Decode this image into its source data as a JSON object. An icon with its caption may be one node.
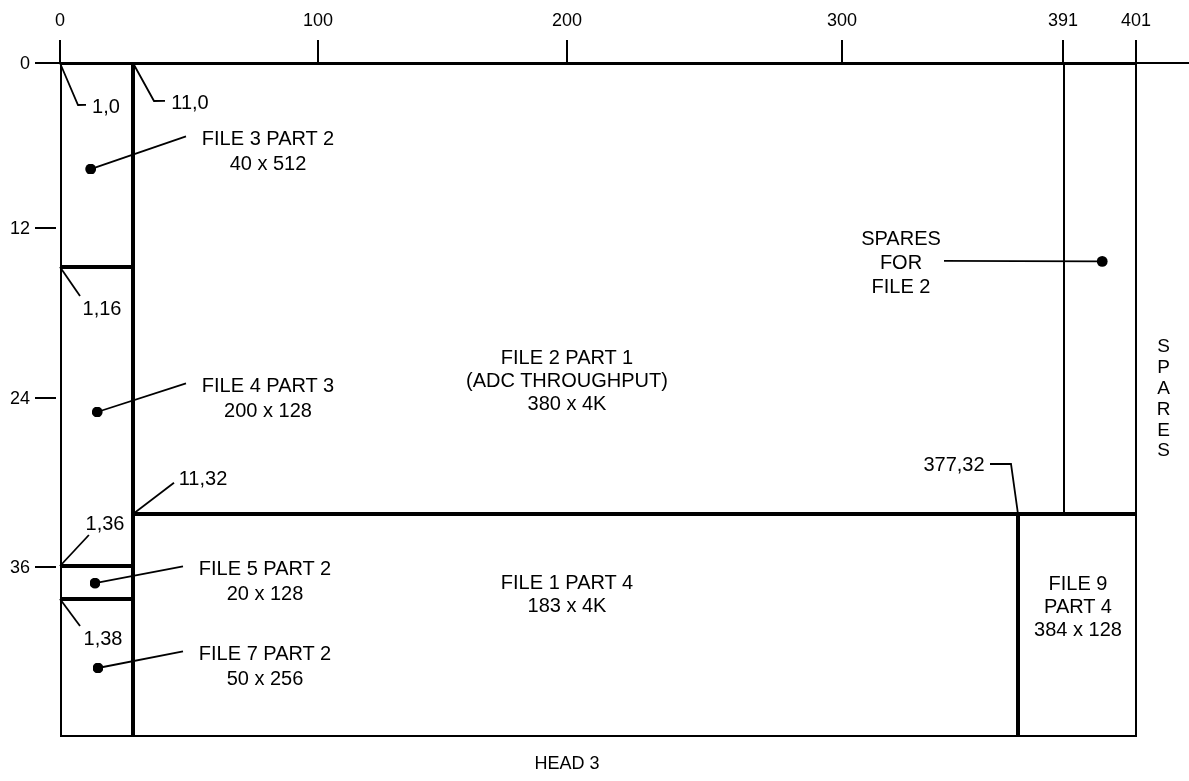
{
  "diagram": {
    "caption": "HEAD 3",
    "nodes": [
      {
        "text": [],
        "shape": "box"
      },
      {
        "text": [
          "1,0"
        ],
        "in": 0
      },
      {
        "text": [],
        "shape": "box"
      },
      {
        "text": [
          "1,16"
        ],
        "in": 2
      },
      {
        "text": [
          "1,36"
        ],
        "in": 2
      },
      {
        "text": [],
        "shape": "box"
      },
      {
        "text": [],
        "shape": "box"
      },
      {
        "text": [
          "1,38"
        ],
        "in": 6
      },
      {
        "text": [
          "FILE 2 PART 1",
          "(ADC THROUGHPUT)",
          "380 x 4K"
        ]
      },
      {
        "text": [
          "11,0"
        ],
        "in": 8
      },
      {
        "text": [
          "FILE 3 PART 2",
          "40 x 512"
        ],
        "in": 8
      },
      {
        "text": [],
        "shape": "box",
        "in": 8
      },
      {
        "text": [
          "SPARES FOR FILE 2"
        ],
        "in": 8
      },
      {
        "text": [
          "FILE 4 PART 3",
          "200 x 128"
        ],
        "in": 8
      },
      {
        "text": [
          "11,32"
        ],
        "in": 8
      },
      {
        "text": [
          "377,32"
        ],
        "in": 8
      },
      {
        "text": [
          "FILE 1 PART 4",
          "183 x 4K"
        ]
      },
      {
        "text": [
          "FILE 5 PART 2",
          "20 x 128"
        ],
        "in": 16
      },
      {
        "text": [
          "FILE 7 PART 2",
          "50 x 256"
        ],
        "in": 16
      },
      {
        "text": [
          "FILE 9 PART 4",
          "384 x 128"
        ]
      }
    ],
    "edges": [
      {
        "from": 1,
        "to": 0,
        "arrow": "none"
      },
      {
        "from": 9,
        "to": 8,
        "arrow": "none"
      },
      {
        "from": 10,
        "to": 0,
        "arrow": "other"
      },
      {
        "from": 3,
        "to": 2,
        "arrow": "none"
      },
      {
        "from": 12,
        "to": 11,
        "arrow": "other"
      },
      {
        "from": 13,
        "to": 2,
        "arrow": "other"
      },
      {
        "from": 14,
        "to": 16,
        "arrow": "none"
      },
      {
        "from": 15,
        "to": 19,
        "arrow": "none"
      },
      {
        "from": 4,
        "to": 5,
        "arrow": "none"
      },
      {
        "from": 17,
        "to": 5,
        "arrow": "other"
      },
      {
        "from": 7,
        "to": 6,
        "arrow": "none"
      },
      {
        "from": 18,
        "to": 6,
        "arrow": "other"
      }
    ],
    "labels": [
      "0",
      "100",
      "200",
      "300",
      "391",
      "401",
      "0",
      "12",
      "24",
      "36",
      "SPARES"
    ]
  }
}
